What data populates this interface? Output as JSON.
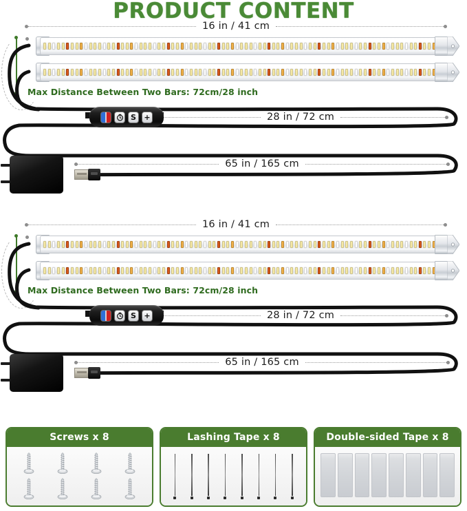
{
  "title": "PRODUCT CONTENT",
  "brand": {
    "green": "#4a7c2f",
    "title_green": "#4a8a36",
    "wire_black": "#111111"
  },
  "kits": [
    {
      "bar_length_label": "16 in / 41 cm",
      "max_distance_label": "Max Distance Between Two Bars: 72cm/28 inch",
      "controller_cable_label": "28 in / 72 cm",
      "power_cable_label": "65 in / 165 cm",
      "controller": {
        "buttons": [
          {
            "name": "color-mode-button",
            "glyph": ""
          },
          {
            "name": "timer-button",
            "glyph": "⏱"
          },
          {
            "name": "spectrum-button",
            "glyph": "S"
          },
          {
            "name": "brightness-up-button",
            "glyph": "+"
          }
        ]
      },
      "bars": [
        {
          "name": "led-bar-top"
        },
        {
          "name": "led-bar-bottom"
        }
      ]
    },
    {
      "bar_length_label": "16 in / 41 cm",
      "max_distance_label": "Max Distance Between Two Bars: 72cm/28 inch",
      "controller_cable_label": "28 in / 72 cm",
      "power_cable_label": "65 in / 165 cm",
      "controller": {
        "buttons": [
          {
            "name": "color-mode-button",
            "glyph": ""
          },
          {
            "name": "timer-button",
            "glyph": "⏱"
          },
          {
            "name": "spectrum-button",
            "glyph": "S"
          },
          {
            "name": "brightness-up-button",
            "glyph": "+"
          }
        ]
      },
      "bars": [
        {
          "name": "led-bar-top"
        },
        {
          "name": "led-bar-bottom"
        }
      ]
    }
  ],
  "accessories": [
    {
      "title": "Screws x 8",
      "count": 8,
      "kind": "screw"
    },
    {
      "title": "Lashing Tape x 8",
      "count": 8,
      "kind": "tie"
    },
    {
      "title": "Double-sided Tape x 8",
      "count": 8,
      "kind": "tape"
    }
  ]
}
